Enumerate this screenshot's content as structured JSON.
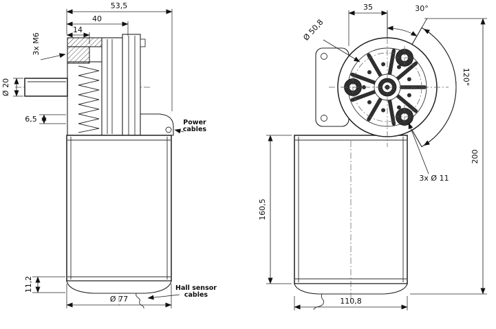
{
  "side_view": {
    "dims": {
      "overall_depth": "53,5",
      "plate_width": "40",
      "boss_width": "14",
      "tapped_holes": "3x M6",
      "shaft_diameter": "Ø 20",
      "shoulder": "6,5",
      "end_cap": "11,2",
      "body_diameter": "Ø 77"
    },
    "labels": {
      "power_line1": "Power",
      "power_line2": "cables",
      "hall_line1": "Hall sensor",
      "hall_line2": "cables"
    }
  },
  "front_view": {
    "dims": {
      "center_offset": "35",
      "top_angle": "30°",
      "bolt_circle": "Ø 50,8",
      "hole_angle": "120°",
      "mounting_holes": "3x Ø 11",
      "overall_height": "200",
      "body_height": "160,5",
      "body_width": "110,8"
    }
  }
}
